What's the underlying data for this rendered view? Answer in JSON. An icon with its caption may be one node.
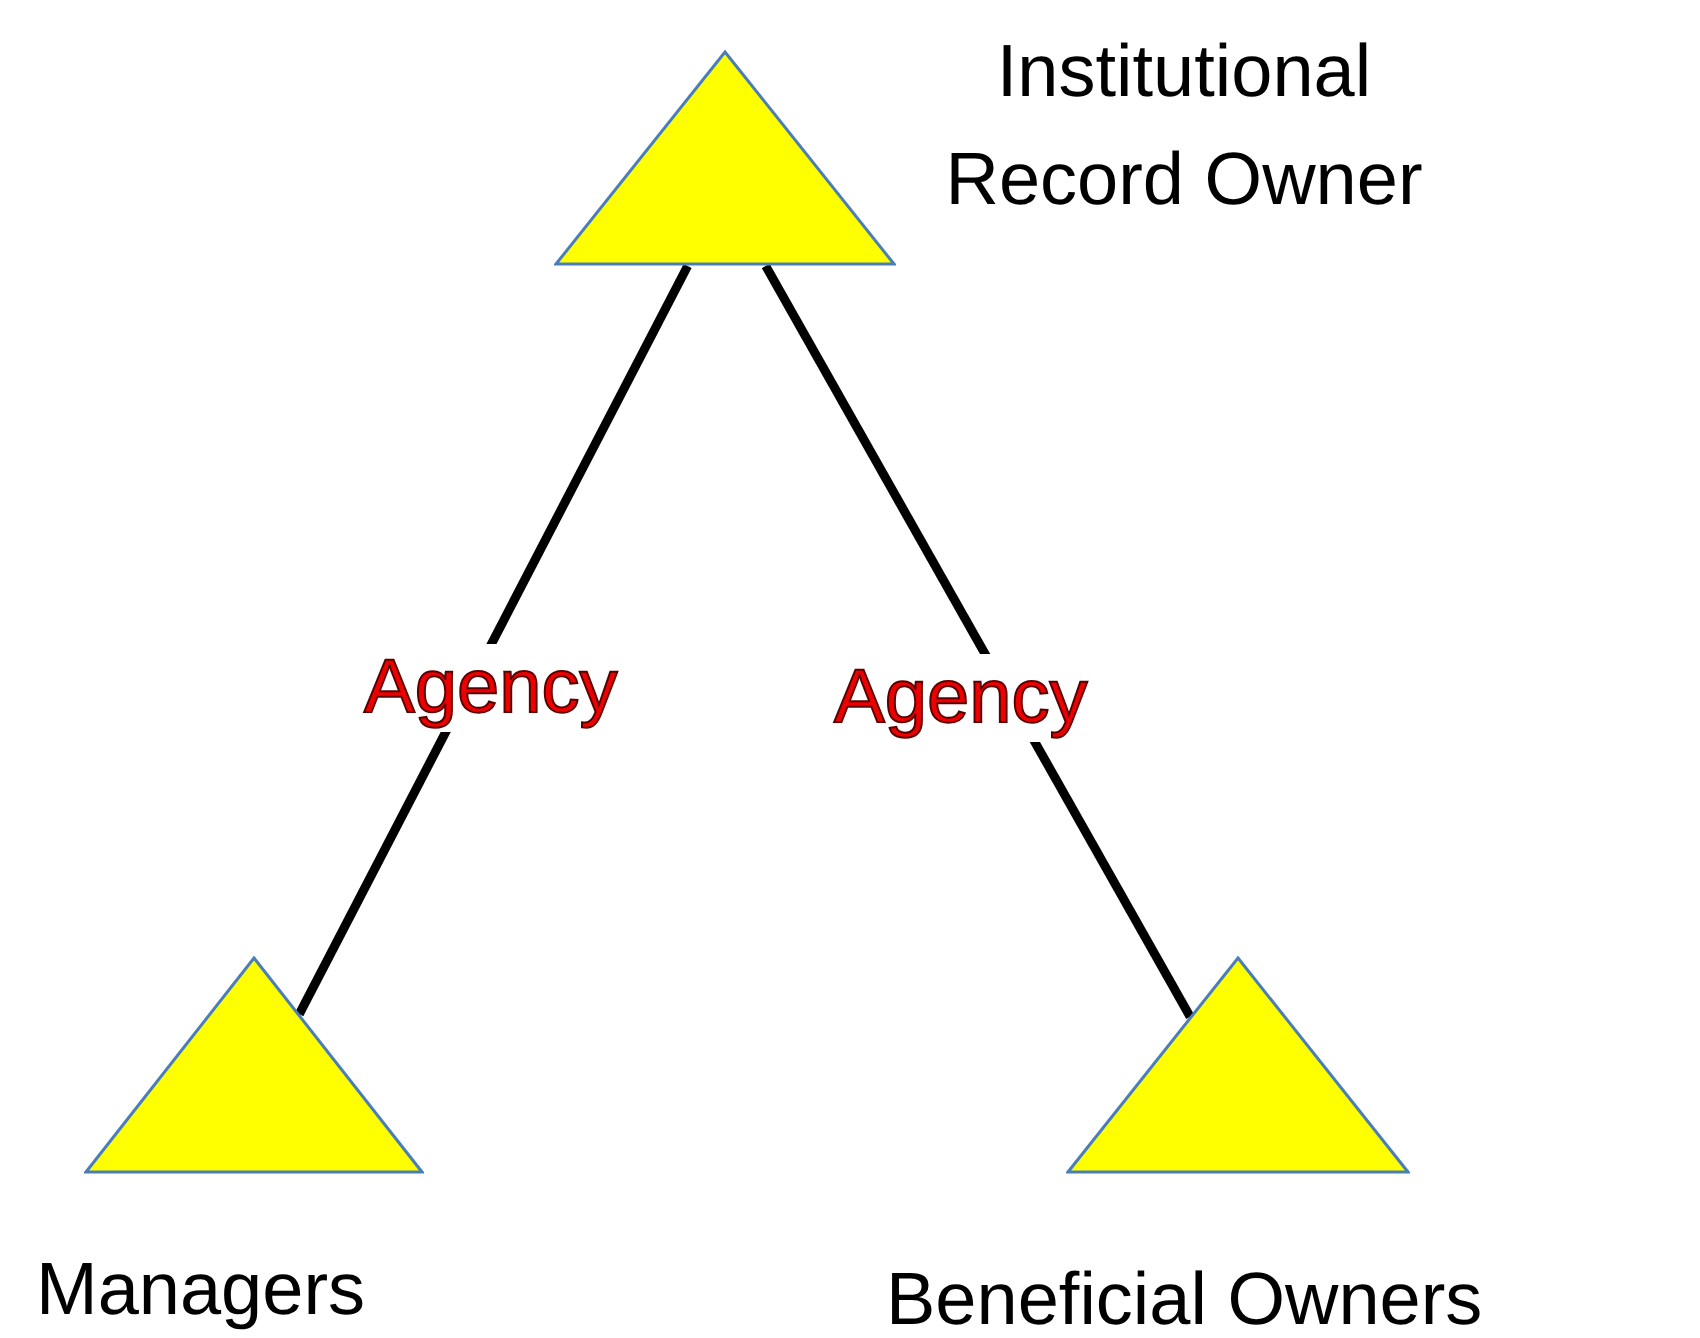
{
  "diagram": {
    "nodes": [
      {
        "text": [
          "Institutional Record Owner"
        ]
      },
      {
        "text": [
          "Managers"
        ]
      },
      {
        "text": [
          "Beneficial Owners"
        ]
      }
    ],
    "edges": [
      {
        "from": 0,
        "to": 1,
        "arrow": "none",
        "label": "Agency"
      },
      {
        "from": 0,
        "to": 2,
        "arrow": "none",
        "label": "Agency"
      }
    ]
  }
}
